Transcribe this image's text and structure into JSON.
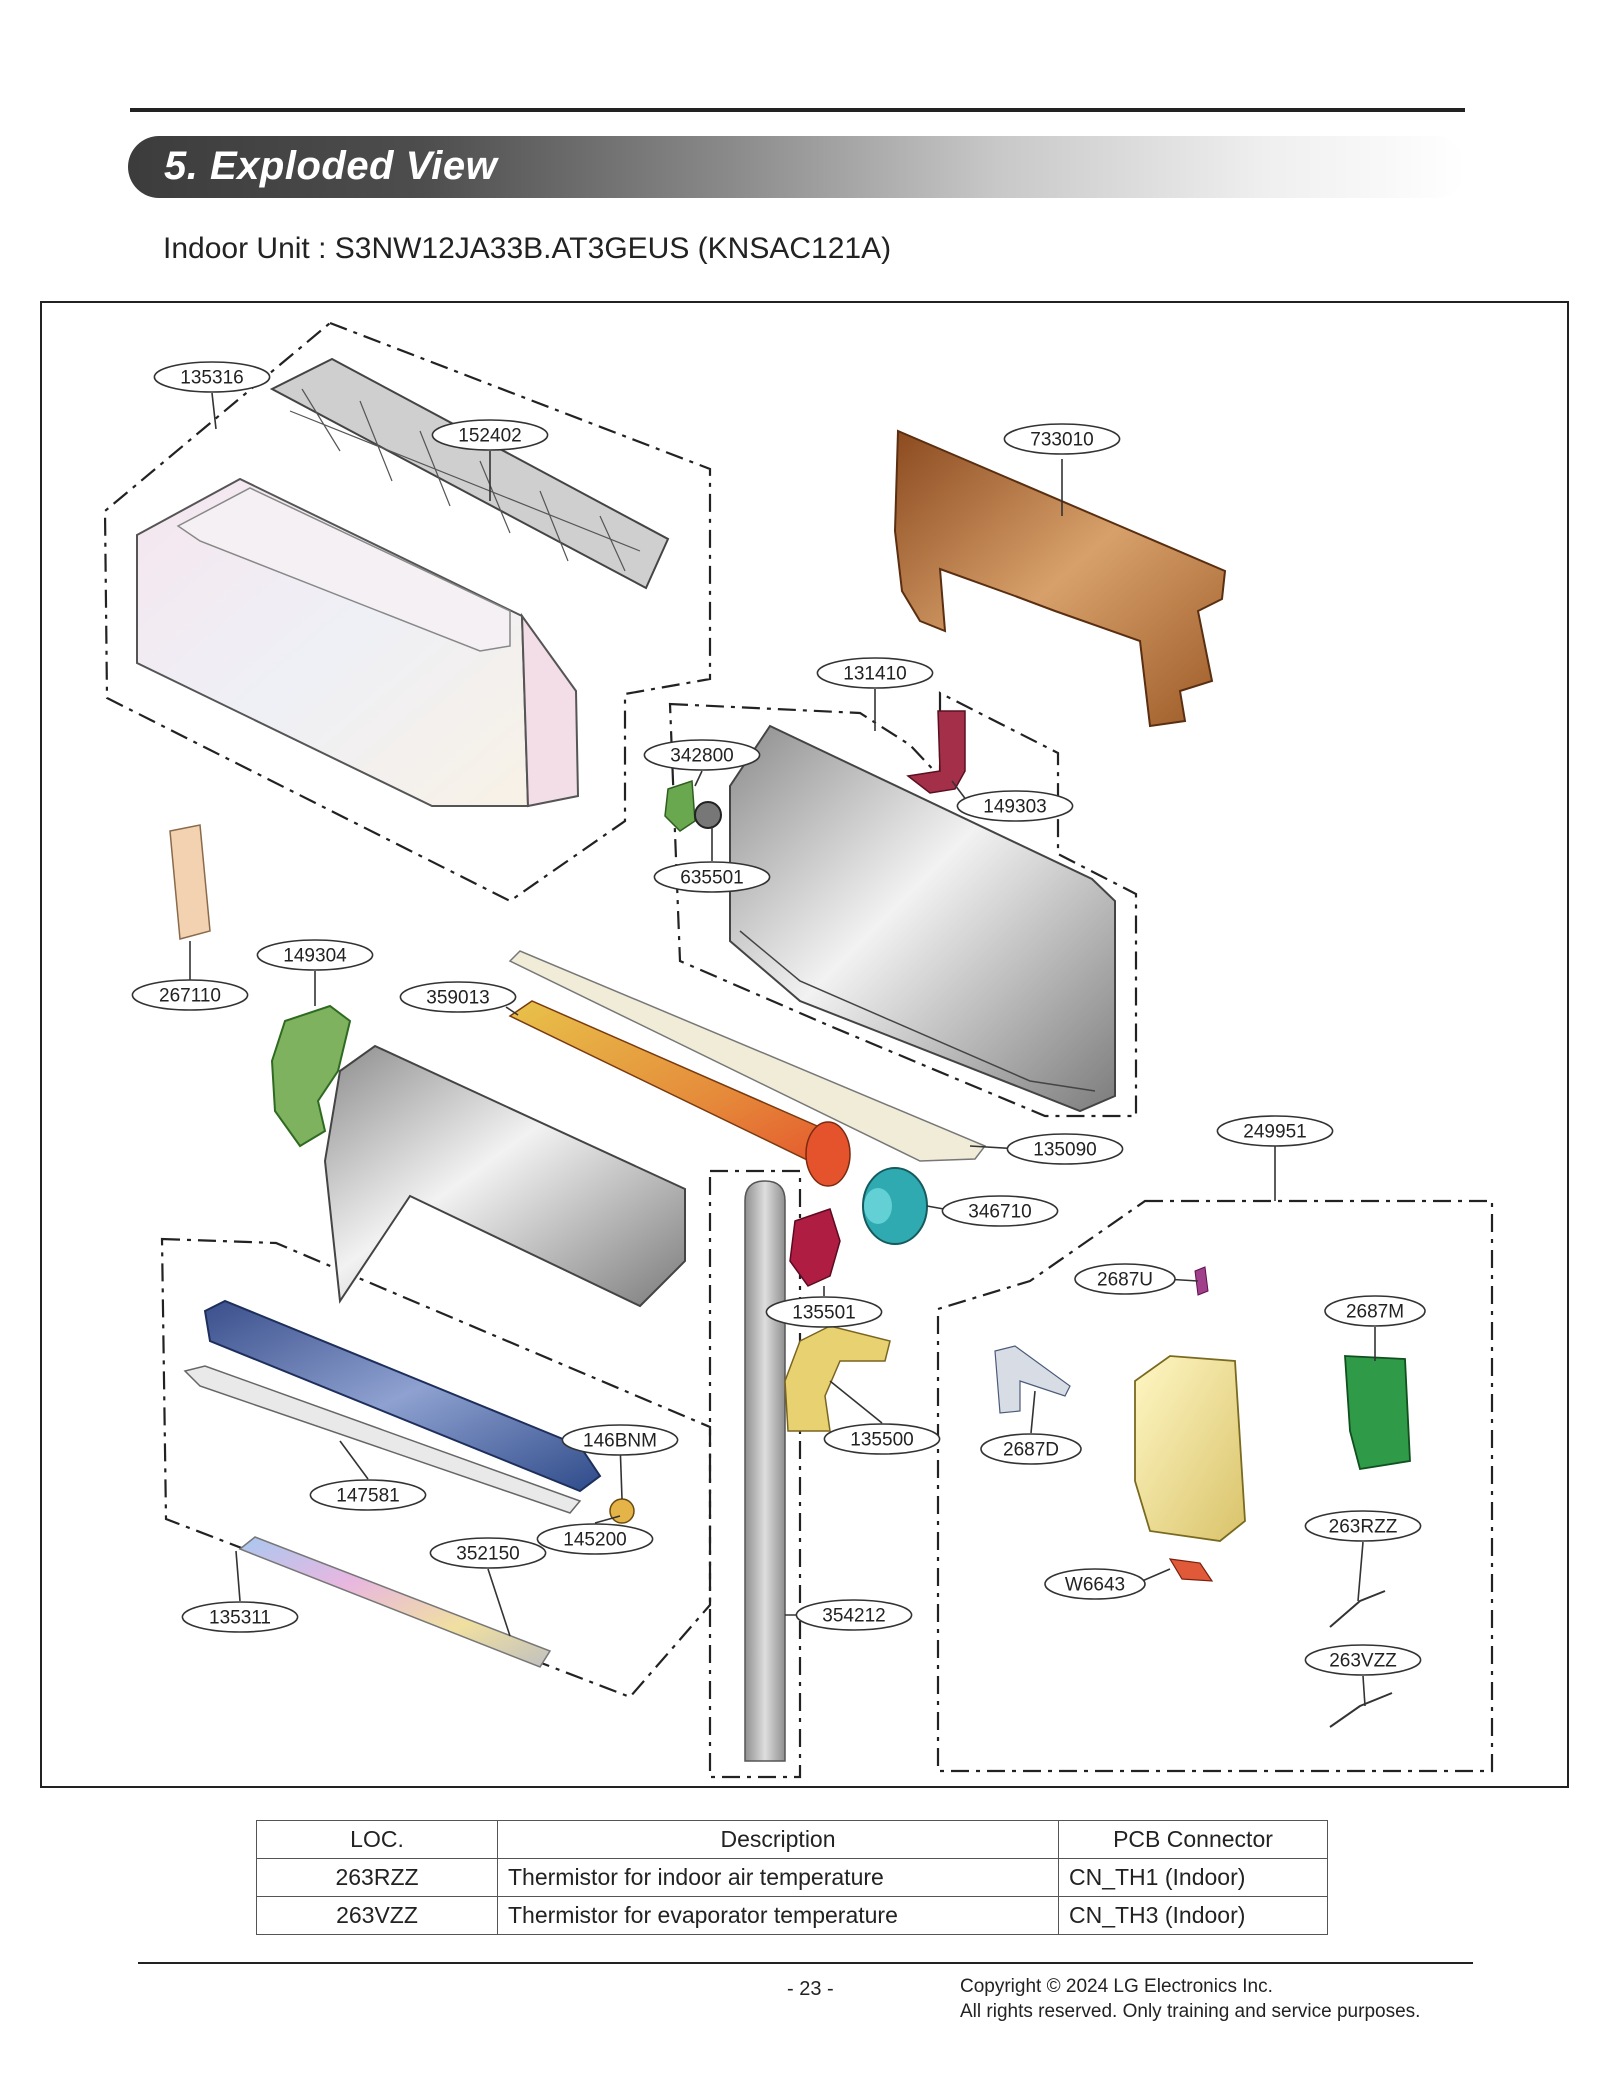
{
  "header": {
    "section_title": "5. Exploded View",
    "unit_line": "Indoor Unit : S3NW12JA33B.AT3GEUS (KNSAC121A)"
  },
  "diagram": {
    "callouts": [
      {
        "id": "c1",
        "label": "135316"
      },
      {
        "id": "c2",
        "label": "152402"
      },
      {
        "id": "c3",
        "label": "733010"
      },
      {
        "id": "c4",
        "label": "131410"
      },
      {
        "id": "c5",
        "label": "342800"
      },
      {
        "id": "c6",
        "label": "149303"
      },
      {
        "id": "c7",
        "label": "635501"
      },
      {
        "id": "c8",
        "label": "149304"
      },
      {
        "id": "c9",
        "label": "267110"
      },
      {
        "id": "c10",
        "label": "359013"
      },
      {
        "id": "c11",
        "label": "135090"
      },
      {
        "id": "c12",
        "label": "249951"
      },
      {
        "id": "c13",
        "label": "346710"
      },
      {
        "id": "c14",
        "label": "2687U"
      },
      {
        "id": "c15",
        "label": "2687M"
      },
      {
        "id": "c16",
        "label": "135501"
      },
      {
        "id": "c17",
        "label": "146BNM"
      },
      {
        "id": "c18",
        "label": "2687D"
      },
      {
        "id": "c19",
        "label": "135500"
      },
      {
        "id": "c20",
        "label": "147581"
      },
      {
        "id": "c21",
        "label": "145200"
      },
      {
        "id": "c22",
        "label": "352150"
      },
      {
        "id": "c23",
        "label": "W6643"
      },
      {
        "id": "c24",
        "label": "263RZZ"
      },
      {
        "id": "c25",
        "label": "135311"
      },
      {
        "id": "c26",
        "label": "354212"
      },
      {
        "id": "c27",
        "label": "263VZZ"
      }
    ]
  },
  "pcb_table": {
    "headers": [
      "LOC.",
      "Description",
      "PCB Connector"
    ],
    "rows": [
      {
        "loc": "263RZZ",
        "description": "Thermistor for indoor air temperature",
        "connector": "CN_TH1 (Indoor)"
      },
      {
        "loc": "263VZZ",
        "description": "Thermistor for evaporator temperature",
        "connector": "CN_TH3 (Indoor)"
      }
    ]
  },
  "footer": {
    "page_number": "- 23 -",
    "copyright_line1": "Copyright © 2024  LG Electronics Inc.",
    "copyright_line2": "All rights reserved. Only training and service purposes."
  }
}
